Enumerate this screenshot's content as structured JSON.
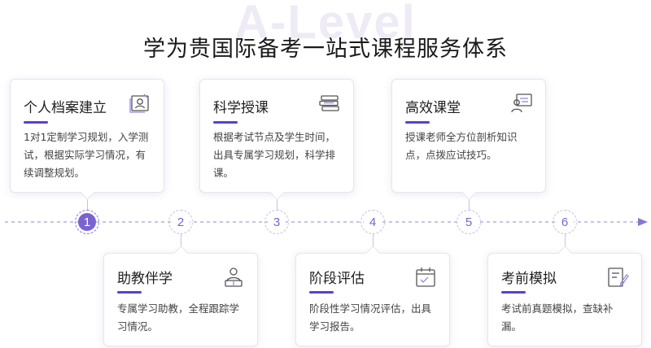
{
  "watermark": "A-Level",
  "title": "学为贵国际备考一站式课程服务体系",
  "steps": [
    {
      "number": "1",
      "title": "个人档案建立",
      "description": "1对1定制学习规划，入学测试，根据实际学习情况，有续调整规划。",
      "icon": "profile-document-icon"
    },
    {
      "number": "2",
      "title": "助教伴学",
      "description": "专属学习助教，全程跟踪学习情况。",
      "icon": "tutor-person-icon"
    },
    {
      "number": "3",
      "title": "科学授课",
      "description": "根据考试节点及学生时间，出具专属学习规划，科学排课。",
      "icon": "books-stack-icon"
    },
    {
      "number": "4",
      "title": "阶段评估",
      "description": "阶段性学习情况评估，出具学习报告。",
      "icon": "calendar-check-icon"
    },
    {
      "number": "5",
      "title": "高效课堂",
      "description": "授课老师全方位剖析知识点，点拨应试技巧。",
      "icon": "teacher-board-icon"
    },
    {
      "number": "6",
      "title": "考前模拟",
      "description": "考试前真题模拟，查缺补漏。",
      "icon": "exam-paper-pen-icon"
    }
  ],
  "active_step": "1",
  "colors": {
    "accent": "#5b3fd0",
    "node_active": "#7b62d1",
    "timeline": "#b9aee0"
  }
}
